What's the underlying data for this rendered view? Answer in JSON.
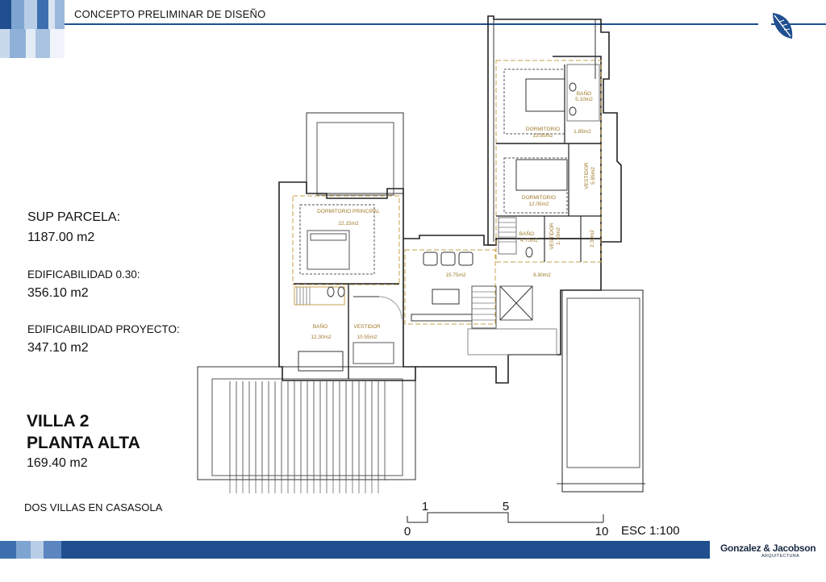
{
  "header": {
    "title": "CONCEPTO PRELIMINAR DE DISEÑO",
    "accent_color": "#1f4f8f",
    "logo_icon": "leaf-icon"
  },
  "info": {
    "sup_parcela_label": "SUP PARCELA:",
    "sup_parcela_value": "1187.00 m2",
    "edificabilidad_label": "EDIFICABILIDAD 0.30:",
    "edificabilidad_value": "356.10 m2",
    "edificabilidad_proyecto_label": "EDIFICABILIDAD PROYECTO:",
    "edificabilidad_proyecto_value": "347.10 m2"
  },
  "villa": {
    "title_line1": "VILLA 2",
    "title_line2": "PLANTA ALTA",
    "area": "169.40 m2"
  },
  "project_name": "DOS VILLAS EN CASASOLA",
  "scale": {
    "marks": [
      "0",
      "1",
      "5",
      "10"
    ],
    "label": "ESC 1:100"
  },
  "rooms": [
    {
      "name": "DORMITORIO PRINCIPAL",
      "area": "22.15m2"
    },
    {
      "name": "BAÑO",
      "area": "12.30m2"
    },
    {
      "name": "VESTIDOR",
      "area": "10.55m2"
    },
    {
      "name": "",
      "area": "15.75m2"
    },
    {
      "name": "",
      "area": "6.80m2"
    },
    {
      "name": "DORMITORIO",
      "area": "13.85m2"
    },
    {
      "name": "BAÑO",
      "area": "5.10m2"
    },
    {
      "name": "",
      "area": "1.85m2"
    },
    {
      "name": "DORMITORIO",
      "area": "12.05m2"
    },
    {
      "name": "VESTIDOR",
      "area": "5.85m2"
    },
    {
      "name": "BAÑO",
      "area": "4.70m2"
    },
    {
      "name": "VESTIDOR",
      "area": "1.70m2"
    },
    {
      "name": "",
      "area": "2.30m2"
    }
  ],
  "footer": {
    "brand": "Gonzalez & Jacobson",
    "sub": "ARQUITECTURA",
    "bar_color": "#1f4f8f"
  }
}
